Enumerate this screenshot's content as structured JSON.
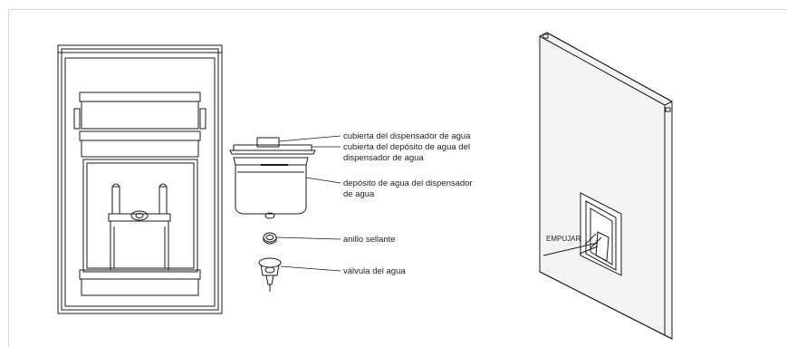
{
  "labels": {
    "water_dispenser_cover": "cubierta del dispensador de agua",
    "water_tank_cover_line1": "cubierta del depósito de agua del",
    "water_tank_cover_line2": "dispensador de agua",
    "water_tank_line1": "depósito de agua del dispensador",
    "water_tank_line2": "de agua",
    "sealing_ring": "anillo sellante",
    "water_valve": "válvula del agua",
    "push": "EMPUJAR"
  },
  "colors": {
    "line": "#1a1a1a",
    "border": "#d9d9d9",
    "door_fill": "#f4f4f4"
  }
}
